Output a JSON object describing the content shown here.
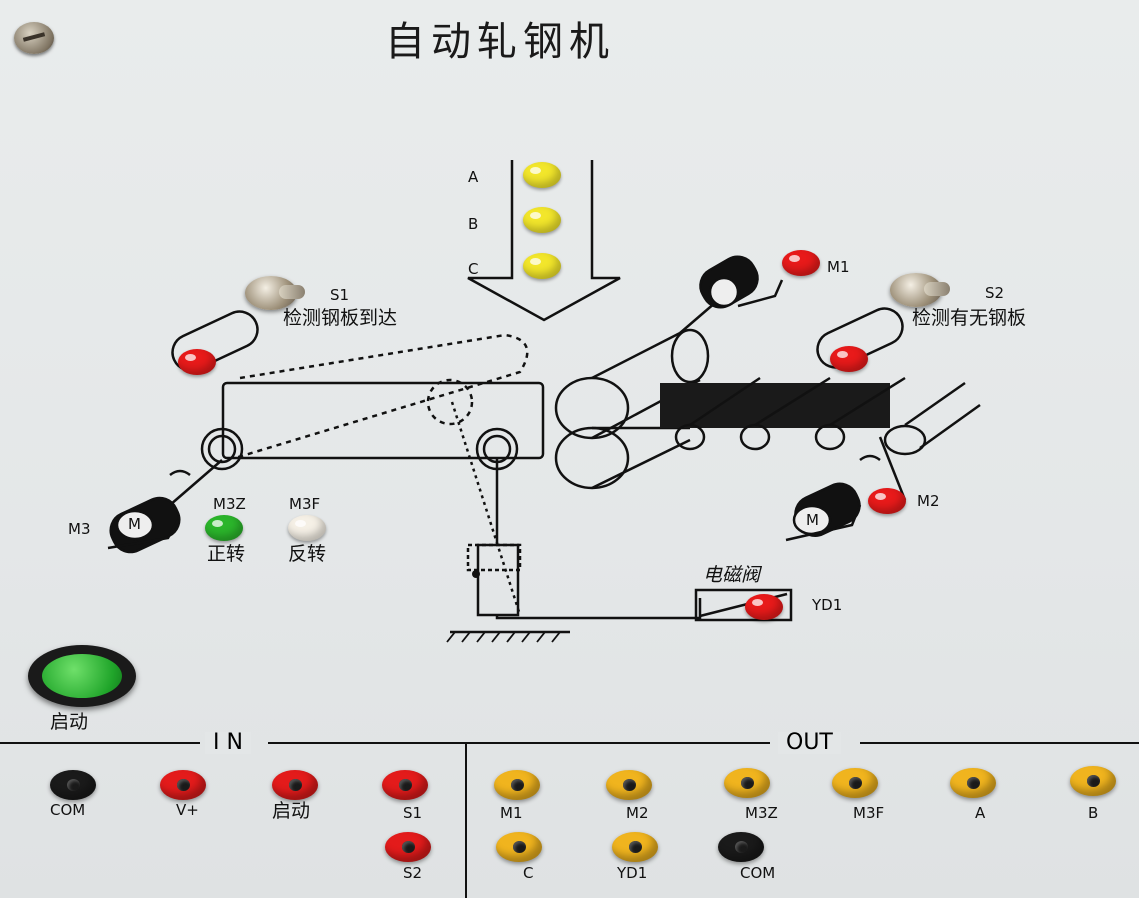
{
  "panel": {
    "title": "自动轧钢机"
  },
  "leds": {
    "A": {
      "label": "A",
      "color": "#f2e62b"
    },
    "B": {
      "label": "B",
      "color": "#f2e62b"
    },
    "C": {
      "label": "C",
      "color": "#f2e62b"
    },
    "M1": {
      "label": "M1",
      "color": "#e81a1a"
    },
    "M2": {
      "label": "M2",
      "color": "#e81a1a"
    },
    "S1": {
      "color": "#e81a1a"
    },
    "S2": {
      "color": "#e81a1a"
    },
    "M3Z": {
      "label": "M3Z",
      "color": "#2bb52b"
    },
    "M3F": {
      "label": "M3F",
      "color": "#f5f0e6"
    },
    "YD1": {
      "label": "YD1",
      "color": "#e81a1a"
    }
  },
  "switches": {
    "S1": {
      "label": "S1",
      "desc": "检测钢板到达"
    },
    "S2": {
      "label": "S2",
      "desc": "检测有无钢板"
    }
  },
  "motor": {
    "M3_label": "M3",
    "symbol": "M",
    "forward": "正转",
    "reverse": "反转"
  },
  "valve": {
    "label": "电磁阀"
  },
  "start_button": {
    "label": "启动",
    "color": "#2aa82a"
  },
  "in_section": {
    "label": "I N",
    "terminals": [
      {
        "label": "COM",
        "color": "#1a1a1a"
      },
      {
        "label": "V+",
        "color": "#e31b1b"
      },
      {
        "label": "启动",
        "color": "#e31b1b"
      },
      {
        "label": "S1",
        "color": "#e31b1b"
      },
      {
        "label": "S2",
        "color": "#e31b1b"
      }
    ]
  },
  "out_section": {
    "label": "OUT",
    "terminals": [
      {
        "label": "M1",
        "color": "#f0b41e"
      },
      {
        "label": "M2",
        "color": "#f0b41e"
      },
      {
        "label": "M3Z",
        "color": "#f0b41e"
      },
      {
        "label": "M3F",
        "color": "#f0b41e"
      },
      {
        "label": "A",
        "color": "#f0b41e"
      },
      {
        "label": "B",
        "color": "#f0b41e"
      },
      {
        "label": "C",
        "color": "#f0b41e"
      },
      {
        "label": "YD1",
        "color": "#f0b41e"
      },
      {
        "label": "COM",
        "color": "#1a1a1a"
      }
    ]
  }
}
